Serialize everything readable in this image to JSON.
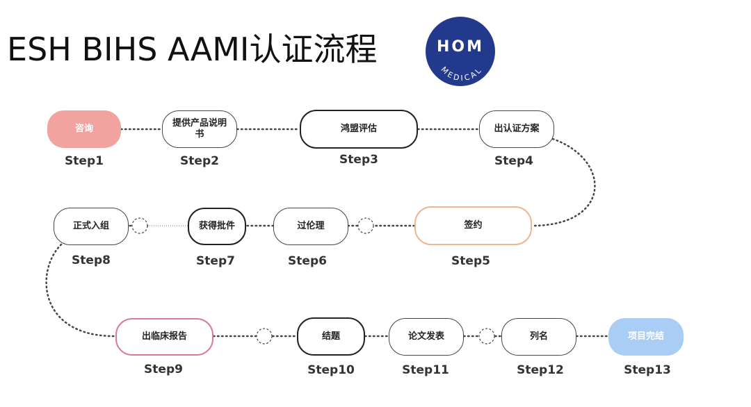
{
  "title": "ESH  BIHS AAMI认证流程",
  "logo": {
    "text_top": "HOM",
    "text_arc": "MEDICAL",
    "color": "#233a8c"
  },
  "colors": {
    "consult_fill": "#f2a3a0",
    "complete_fill": "#a9cdf5",
    "sign_border": "#f0b48e",
    "report_border": "#d97b96"
  },
  "steps": [
    {
      "label": "咨询",
      "step": "Step1"
    },
    {
      "label": "提供产品说明书",
      "step": "Step2"
    },
    {
      "label": "鸿盟评估",
      "step": "Step3"
    },
    {
      "label": "出认证方案",
      "step": "Step4"
    },
    {
      "label": "签约",
      "step": "Step5"
    },
    {
      "label": "过伦理",
      "step": "Step6"
    },
    {
      "label": "获得批件",
      "step": "Step7"
    },
    {
      "label": "正式入组",
      "step": "Step8"
    },
    {
      "label": "出临床报告",
      "step": "Step9"
    },
    {
      "label": "结题",
      "step": "Step10"
    },
    {
      "label": "论文发表",
      "step": "Step11"
    },
    {
      "label": "列名",
      "step": "Step12"
    },
    {
      "label": "项目完结",
      "step": "Step13"
    }
  ]
}
